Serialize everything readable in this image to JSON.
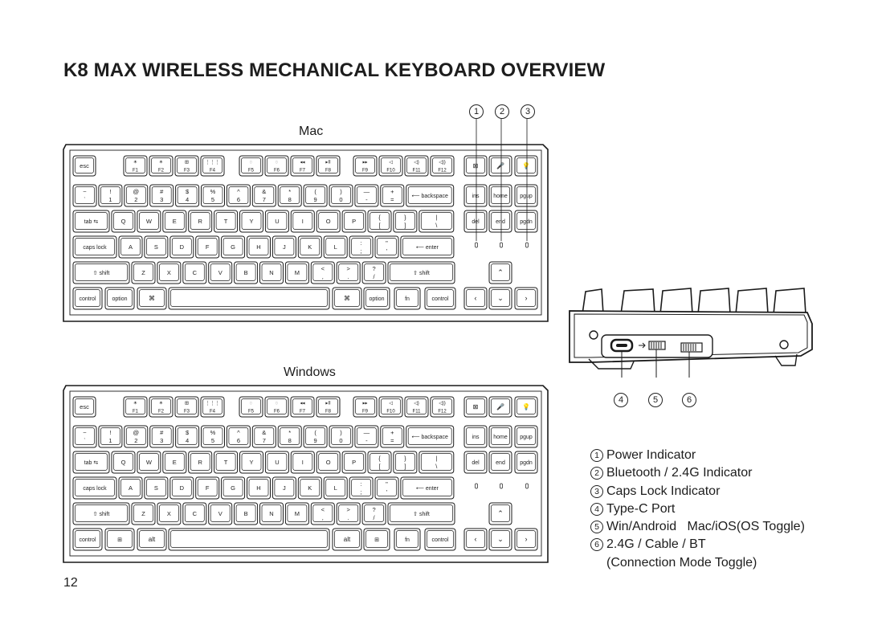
{
  "title": "K8 MAX WIRELESS MECHANICAL KEYBOARD OVERVIEW",
  "page_number": "12",
  "sections": {
    "mac_label": "Mac",
    "windows_label": "Windows"
  },
  "fn_row": {
    "mac": [
      {
        "key": "esc",
        "sub": ""
      },
      {
        "key": "F1",
        "sub": "☀"
      },
      {
        "key": "F2",
        "sub": "☀"
      },
      {
        "key": "F3",
        "sub": "⊞"
      },
      {
        "key": "F4",
        "sub": "⋮⋮⋮"
      },
      {
        "key": "F5",
        "sub": "◌"
      },
      {
        "key": "F6",
        "sub": "◌"
      },
      {
        "key": "F7",
        "sub": "◂◂"
      },
      {
        "key": "F8",
        "sub": "▸II"
      },
      {
        "key": "F9",
        "sub": "▸▸"
      },
      {
        "key": "F10",
        "sub": "◁"
      },
      {
        "key": "F11",
        "sub": "◁)"
      },
      {
        "key": "F12",
        "sub": "◁))"
      },
      {
        "key": "⊠",
        "sub": ""
      },
      {
        "key": "🎤",
        "sub": ""
      },
      {
        "key": "💡",
        "sub": ""
      }
    ],
    "windows": [
      {
        "key": "esc",
        "sub": ""
      },
      {
        "key": "F1",
        "sub": "☀"
      },
      {
        "key": "F2",
        "sub": "☀"
      },
      {
        "key": "F3",
        "sub": "⊞"
      },
      {
        "key": "F4",
        "sub": "⋮⋮⋮"
      },
      {
        "key": "F5",
        "sub": "◌"
      },
      {
        "key": "F6",
        "sub": "◌"
      },
      {
        "key": "F7",
        "sub": "◂◂"
      },
      {
        "key": "F8",
        "sub": "▸II"
      },
      {
        "key": "F9",
        "sub": "▸▸"
      },
      {
        "key": "F10",
        "sub": "◁"
      },
      {
        "key": "F11",
        "sub": "◁)"
      },
      {
        "key": "F12",
        "sub": "◁))"
      },
      {
        "key": "⊠",
        "sub": ""
      },
      {
        "key": "🎤",
        "sub": ""
      },
      {
        "key": "💡",
        "sub": ""
      }
    ]
  },
  "number_row": [
    {
      "top": "~",
      "bot": "`"
    },
    {
      "top": "!",
      "bot": "1"
    },
    {
      "top": "@",
      "bot": "2"
    },
    {
      "top": "#",
      "bot": "3"
    },
    {
      "top": "$",
      "bot": "4"
    },
    {
      "top": "%",
      "bot": "5"
    },
    {
      "top": "^",
      "bot": "6"
    },
    {
      "top": "&",
      "bot": "7"
    },
    {
      "top": "*",
      "bot": "8"
    },
    {
      "top": "(",
      "bot": "9"
    },
    {
      "top": ")",
      "bot": "0"
    },
    {
      "top": "—",
      "bot": "-"
    },
    {
      "top": "+",
      "bot": "="
    }
  ],
  "backspace": "⟵ backspace",
  "nav_top": [
    "ins",
    "home",
    "pgup"
  ],
  "nav_mid": [
    "del",
    "end",
    "pgdn"
  ],
  "tab": "tab ⇆",
  "qwerty": [
    "Q",
    "W",
    "E",
    "R",
    "T",
    "Y",
    "U",
    "I",
    "O",
    "P"
  ],
  "brackets": [
    {
      "top": "{",
      "bot": "["
    },
    {
      "top": "}",
      "bot": "]"
    },
    {
      "top": "|",
      "bot": "\\"
    }
  ],
  "caps": "caps lock",
  "asdf": [
    "A",
    "S",
    "D",
    "F",
    "G",
    "H",
    "J",
    "K",
    "L"
  ],
  "semi": [
    {
      "top": ":",
      "bot": ";"
    },
    {
      "top": "\"",
      "bot": "'"
    }
  ],
  "enter": "⟵ enter",
  "shift_l": "⇧ shift",
  "zxcv": [
    "Z",
    "X",
    "C",
    "V",
    "B",
    "N",
    "M"
  ],
  "punct": [
    {
      "top": "<",
      "bot": ","
    },
    {
      "top": ">",
      "bot": "."
    },
    {
      "top": "?",
      "bot": "/"
    }
  ],
  "shift_r": "⇧ shift",
  "arrows": {
    "up": "⌃",
    "left": "‹",
    "down": "⌄",
    "right": "›"
  },
  "bottom_mac": {
    "left": [
      "control",
      "option",
      "⌘"
    ],
    "right": [
      "⌘",
      "option",
      "fn",
      "control"
    ]
  },
  "bottom_win": {
    "left": [
      "control",
      "⊞",
      "alt"
    ],
    "right": [
      "alt",
      "⊞",
      "fn",
      "control"
    ]
  },
  "callout_numbers": [
    "1",
    "2",
    "3",
    "4",
    "5",
    "6"
  ],
  "legend": [
    {
      "num": "1",
      "text": "Power Indicator"
    },
    {
      "num": "2",
      "text": "Bluetooth / 2.4G Indicator"
    },
    {
      "num": "3",
      "text": "Caps Lock Indicator"
    },
    {
      "num": "4",
      "text": "Type-C Port"
    },
    {
      "num": "5",
      "text": "Win/Android   Mac/iOS(OS Toggle)"
    },
    {
      "num": "6",
      "text": "2.4G / Cable / BT"
    }
  ],
  "legend_continuation": "(Connection Mode Toggle)"
}
